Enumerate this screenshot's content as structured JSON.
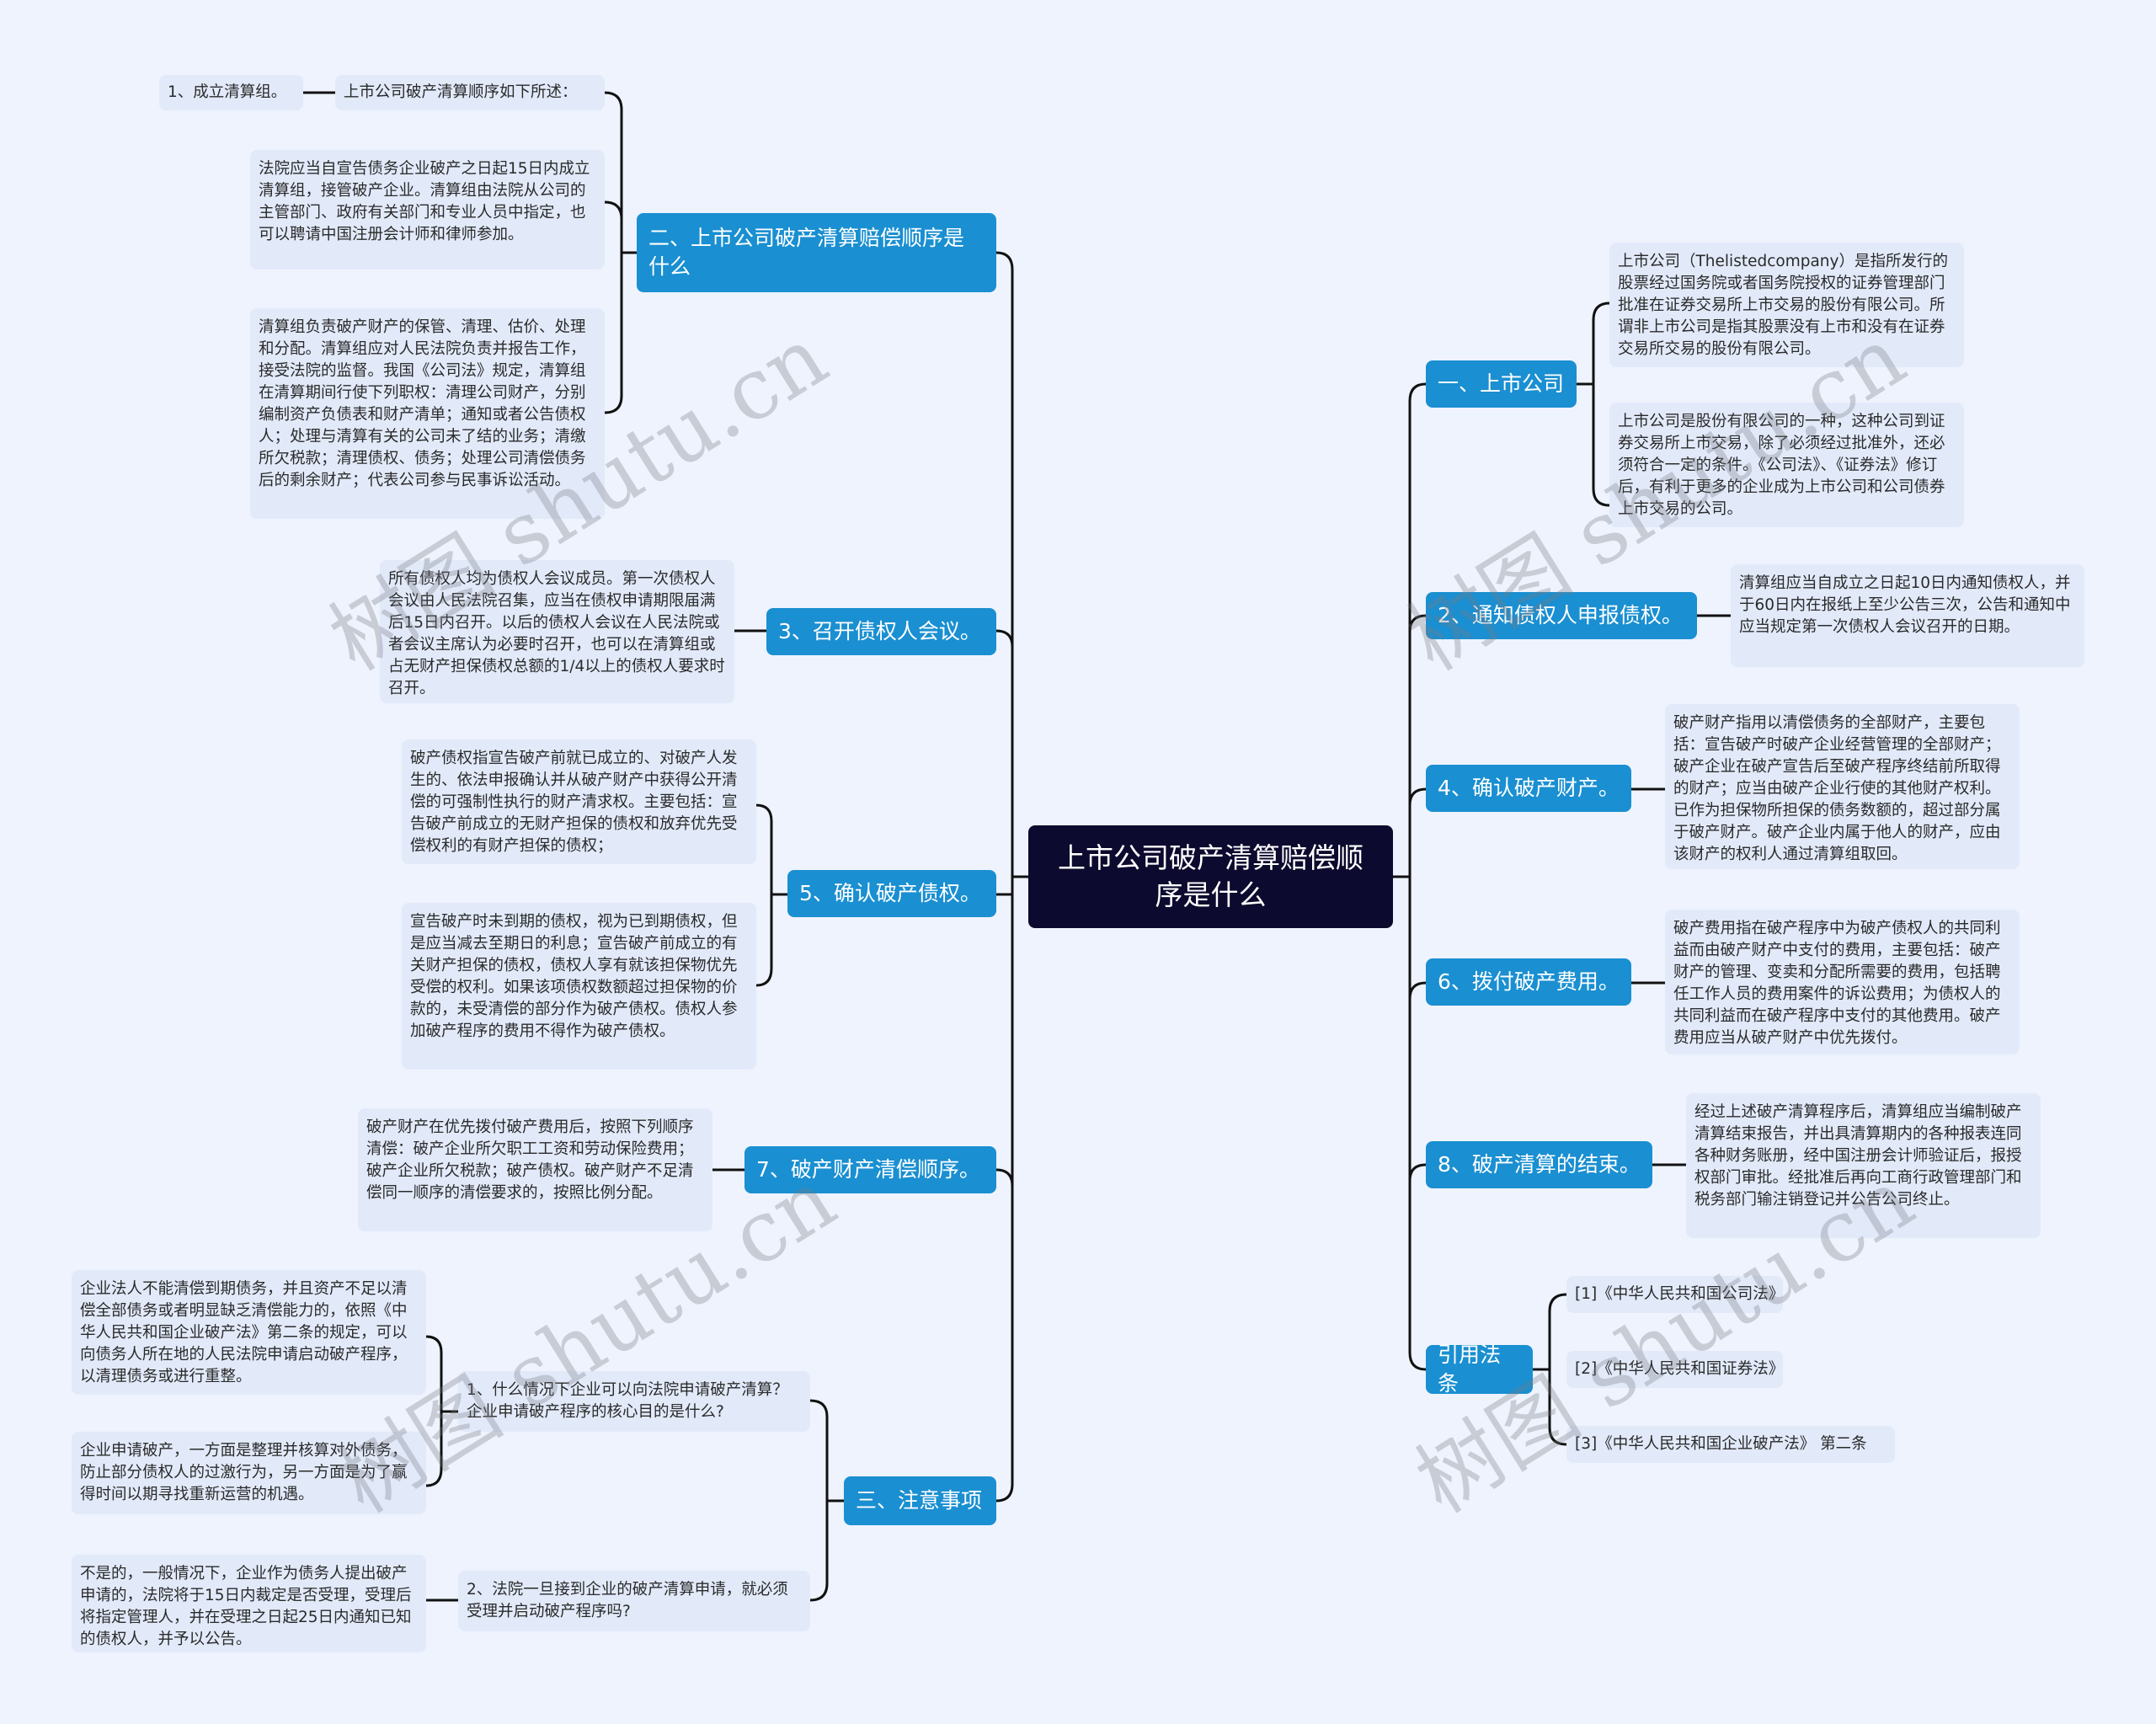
{
  "root": {
    "title": "上市公司破产清算赔偿顺序是什么"
  },
  "colors": {
    "root_bg": "#0c0a2e",
    "branch_bg": "#1a8fd1",
    "leaf_bg": "#e2eafa",
    "canvas_bg": "#eef3fd",
    "line": "#111111"
  },
  "watermark": "树图 shutu.cn",
  "left": {
    "b2": {
      "label": "二、上市公司破产清算赔偿顺序是什么",
      "sub": "上市公司破产清算顺序如下所述：",
      "sub_child": "1、成立清算组。",
      "leaf1": "法院应当自宣告债务企业破产之日起15日内成立清算组，接管破产企业。清算组由法院从公司的主管部门、政府有关部门和专业人员中指定，也可以聘请中国注册会计师和律师参加。",
      "leaf2": "清算组负责破产财产的保管、清理、估价、处理和分配。清算组应对人民法院负责并报告工作，接受法院的监督。我国《公司法》规定，清算组在清算期间行使下列职权：清理公司财产，分别编制资产负债表和财产清单；通知或者公告债权人；处理与清算有关的公司未了结的业务；清缴所欠税款；清理债权、债务；处理公司清偿债务后的剩余财产；代表公司参与民事诉讼活动。"
    },
    "b3": {
      "label": "3、召开债权人会议。",
      "leaf": "所有债权人均为债权人会议成员。第一次债权人会议由人民法院召集，应当在债权申请期限届满后15日内召开。以后的债权人会议在人民法院或者会议主席认为必要时召开，也可以在清算组或占无财产担保债权总额的1/4以上的债权人要求时召开。"
    },
    "b5": {
      "label": "5、确认破产债权。",
      "leaf1": "破产债权指宣告破产前就已成立的、对破产人发生的、依法申报确认并从破产财产中获得公开清偿的可强制性执行的财产清求权。主要包括：宣告破产前成立的无财产担保的债权和放弃优先受偿权利的有财产担保的债权；",
      "leaf2": "宣告破产时未到期的债权，视为已到期债权，但是应当减去至期日的利息；宣告破产前成立的有关财产担保的债权，债权人享有就该担保物优先受偿的权利。如果该项债权数额超过担保物的价款的，未受清偿的部分作为破产债权。债权人参加破产程序的费用不得作为破产债权。"
    },
    "b7": {
      "label": "7、破产财产清偿顺序。",
      "leaf": "破产财产在优先拨付破产费用后，按照下列顺序清偿：破产企业所欠职工工资和劳动保险费用；破产企业所欠税款；破产债权。破产财产不足清偿同一顺序的清偿要求的，按照比例分配。"
    },
    "b3n": {
      "label": "三、注意事项",
      "q1": "1、什么情况下企业可以向法院申请破产清算？企业申请破产程序的核心目的是什么?",
      "q1_a1": "企业法人不能清偿到期债务，并且资产不足以清偿全部债务或者明显缺乏清偿能力的，依照《中华人民共和国企业破产法》第二条的规定，可以向债务人所在地的人民法院申请启动破产程序，以清理债务或进行重整。",
      "q1_a2": "企业申请破产，一方面是整理并核算对外债务，防止部分债权人的过激行为，另一方面是为了赢得时间以期寻找重新运营的机遇。",
      "q2": "2、法院一旦接到企业的破产清算申请，就必须受理并启动破产程序吗?",
      "q2_a1": "不是的，一般情况下，企业作为债务人提出破产申请的，法院将于15日内裁定是否受理，受理后将指定管理人，并在受理之日起25日内通知已知的债权人，并予以公告。"
    }
  },
  "right": {
    "b1": {
      "label": "一、上市公司",
      "leaf1": "上市公司（Thelistedcompany）是指所发行的股票经过国务院或者国务院授权的证券管理部门批准在证券交易所上市交易的股份有限公司。所谓非上市公司是指其股票没有上市和没有在证券交易所交易的股份有限公司。",
      "leaf2": "上市公司是股份有限公司的一种，这种公司到证券交易所上市交易，除了必须经过批准外，还必须符合一定的条件。《公司法》、《证券法》修订后，有利于更多的企业成为上市公司和公司债券上市交易的公司。"
    },
    "b2": {
      "label": "2、通知债权人申报债权。",
      "leaf": "清算组应当自成立之日起10日内通知债权人，并于60日内在报纸上至少公告三次，公告和通知中应当规定第一次债权人会议召开的日期。"
    },
    "b4": {
      "label": "4、确认破产财产。",
      "leaf": "破产财产指用以清偿债务的全部财产，主要包括：宣告破产时破产企业经营管理的全部财产；破产企业在破产宣告后至破产程序终结前所取得的财产；应当由破产企业行使的其他财产权利。已作为担保物所担保的债务数额的，超过部分属于破产财产。破产企业内属于他人的财产，应由该财产的权利人通过清算组取回。"
    },
    "b6": {
      "label": "6、拨付破产费用。",
      "leaf": "破产费用指在破产程序中为破产债权人的共同利益而由破产财产中支付的费用，主要包括：破产财产的管理、变卖和分配所需要的费用，包括聘任工作人员的费用案件的诉讼费用；为债权人的共同利益而在破产程序中支付的其他费用。破产费用应当从破产财产中优先拨付。"
    },
    "b8": {
      "label": "8、破产清算的结束。",
      "leaf": "经过上述破产清算程序后，清算组应当编制破产清算结束报告，并出具清算期内的各种报表连同各种财务账册，经中国注册会计师验证后，报授权部门审批。经批准后再向工商行政管理部门和税务部门输注销登记并公告公司终止。"
    },
    "refs": {
      "label": "引用法条",
      "items": [
        "[1]《中华人民共和国公司法》",
        "[2]《中华人民共和国证券法》",
        "[3]《中华人民共和国企业破产法》 第二条"
      ]
    }
  }
}
